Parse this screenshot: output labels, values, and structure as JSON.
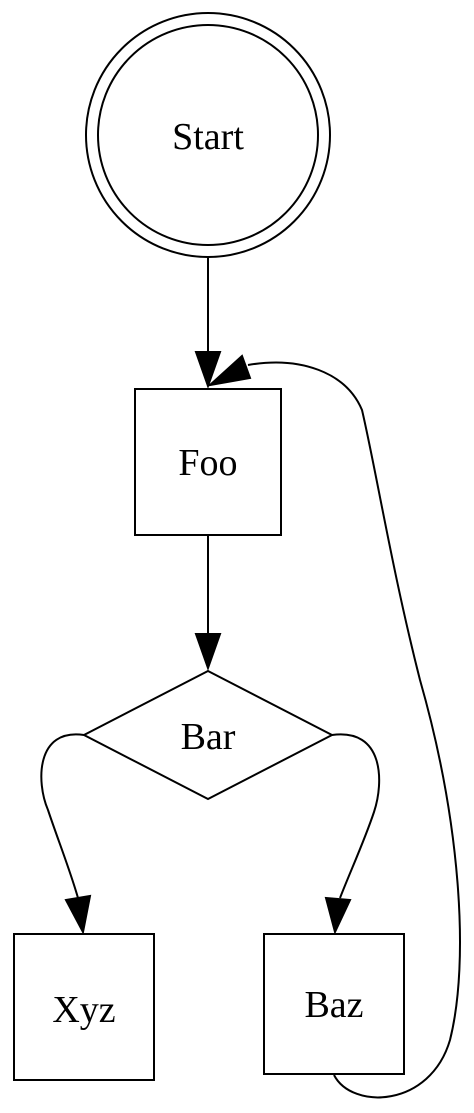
{
  "diagram": {
    "type": "flowchart",
    "nodes": [
      {
        "id": "start",
        "label": "Start",
        "shape": "double-circle"
      },
      {
        "id": "foo",
        "label": "Foo",
        "shape": "box"
      },
      {
        "id": "bar",
        "label": "Bar",
        "shape": "diamond"
      },
      {
        "id": "xyz",
        "label": "Xyz",
        "shape": "box"
      },
      {
        "id": "baz",
        "label": "Baz",
        "shape": "box"
      }
    ],
    "edges": [
      {
        "from": "start",
        "to": "foo"
      },
      {
        "from": "foo",
        "to": "bar"
      },
      {
        "from": "bar",
        "to": "xyz"
      },
      {
        "from": "bar",
        "to": "baz"
      },
      {
        "from": "baz",
        "to": "foo"
      }
    ]
  }
}
